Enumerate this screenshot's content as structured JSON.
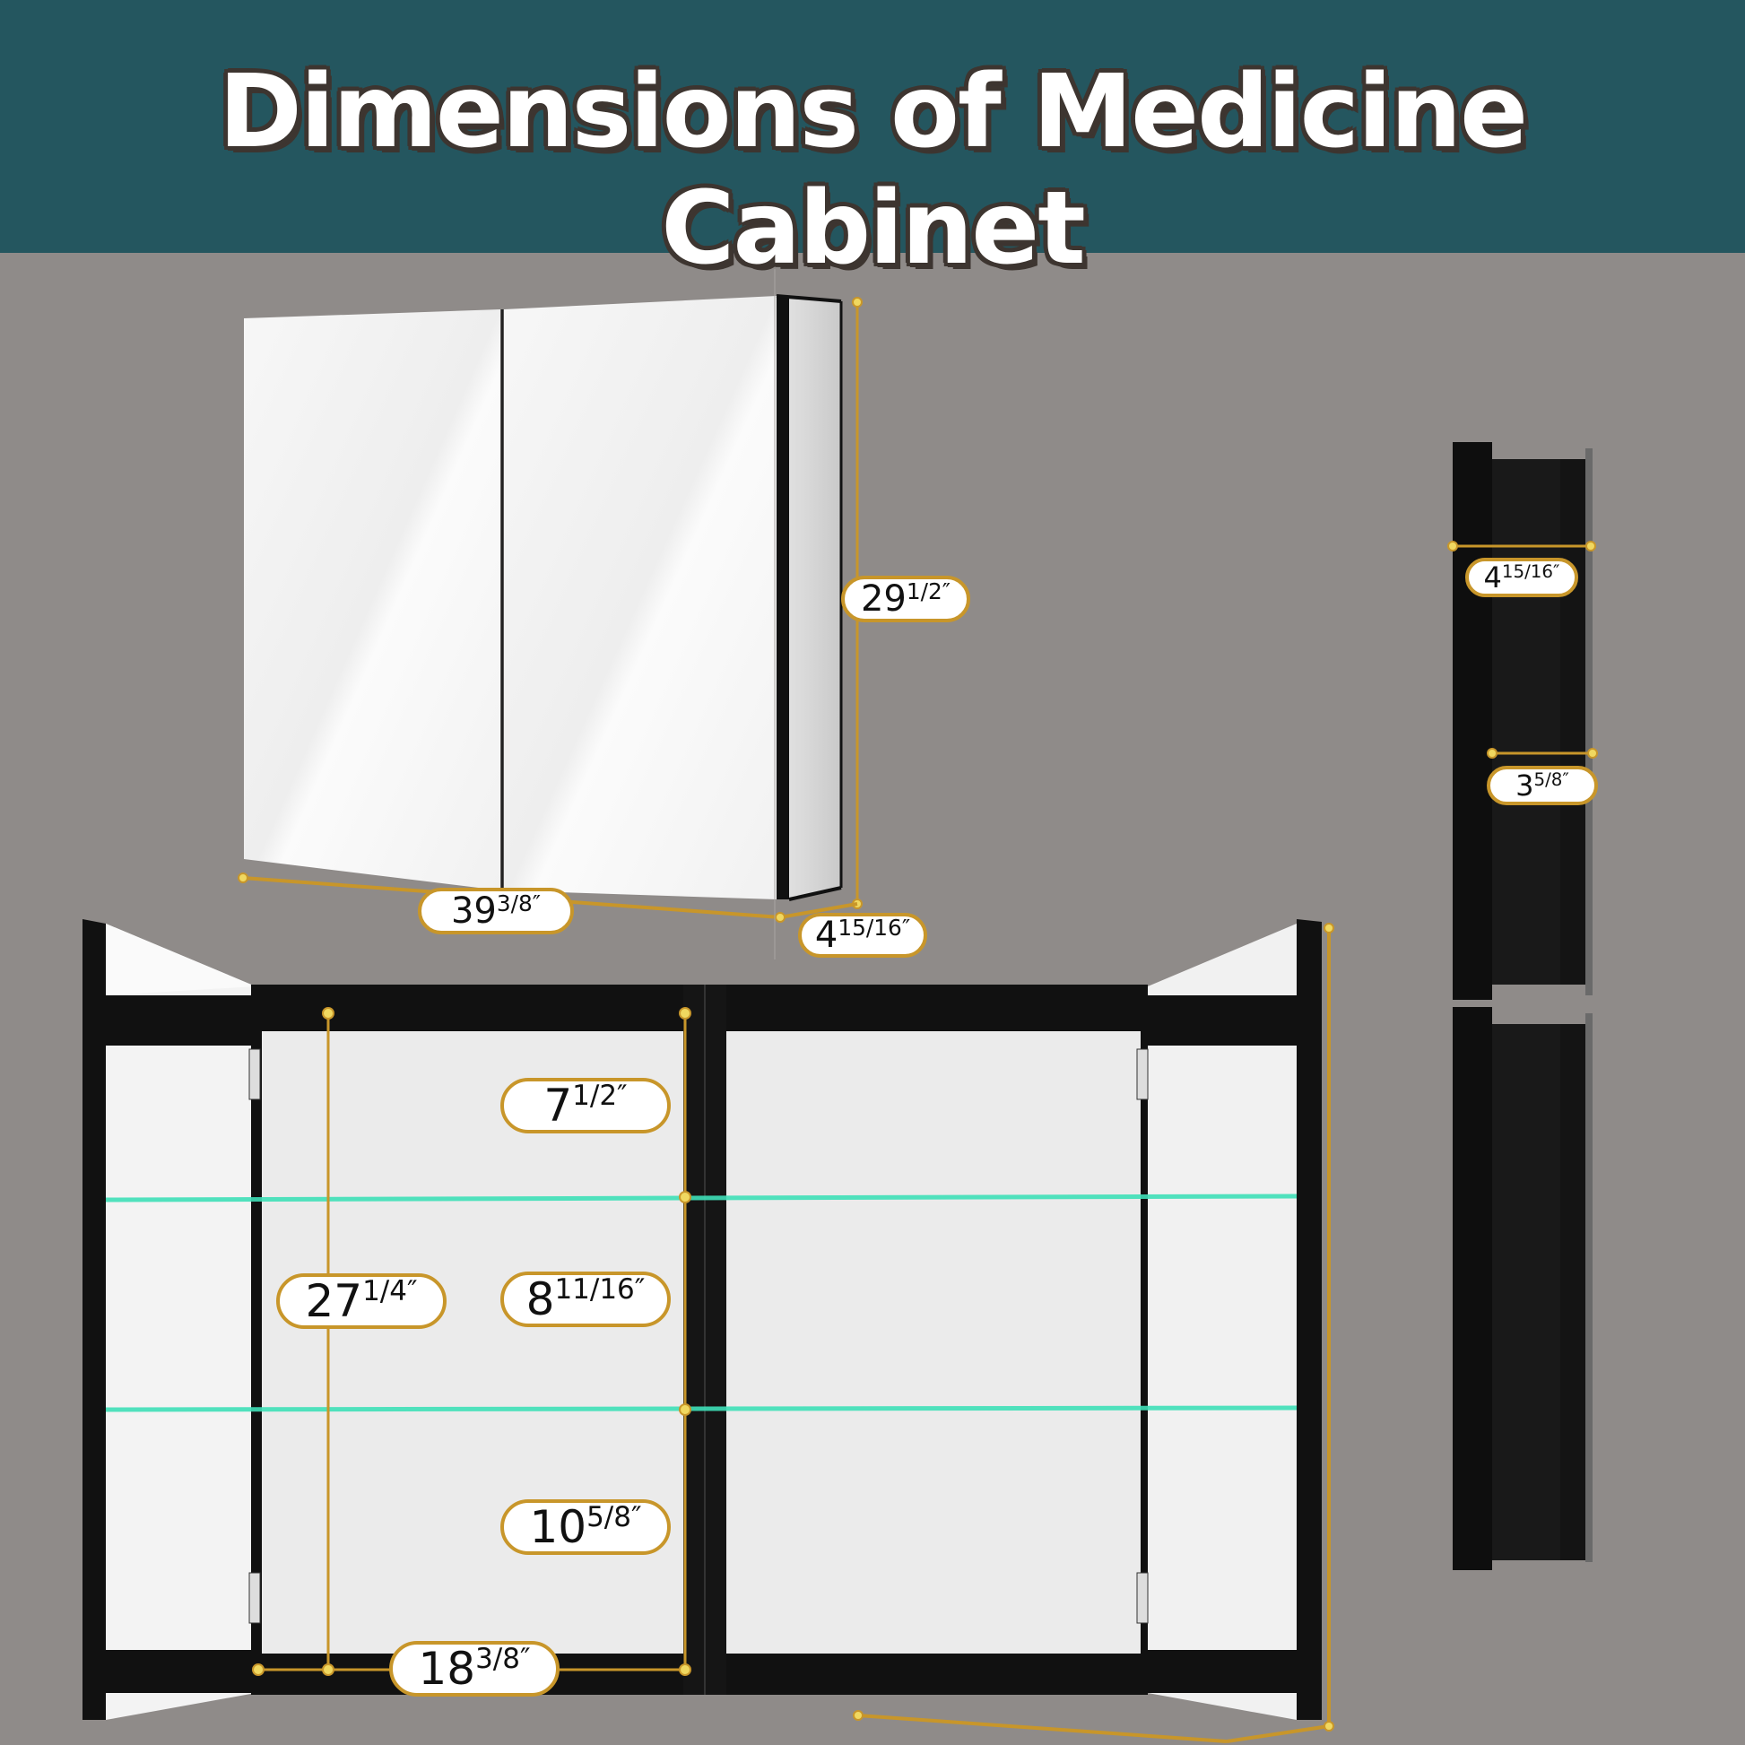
{
  "header": {
    "title": "Dimensions of Medicine Cabinet",
    "background": "#24565f"
  },
  "colors": {
    "background": "#8f8b89",
    "dimension_line": "#c8962a",
    "frame": "#111111",
    "mirror": "#f4f4f4",
    "glass_shelf": "#3fe0b8"
  },
  "views": {
    "closed_front": {
      "width": {
        "whole": "39",
        "frac": " 3/8″"
      },
      "height": {
        "whole": "29",
        "frac": "1/2″"
      },
      "depth": {
        "whole": "4",
        "frac": "15/16″"
      }
    },
    "open_interior": {
      "inner_height": {
        "whole": "27",
        "frac": "1/4″"
      },
      "top_shelf_gap": {
        "whole": "7",
        "frac": "1/2″"
      },
      "middle_shelf_gap": {
        "whole": "8",
        "frac": "11/16″"
      },
      "bottom_shelf_gap": {
        "whole": "10",
        "frac": "5/8″"
      },
      "inner_width": {
        "whole": "18",
        "frac": "3/8″"
      }
    },
    "side_profile": {
      "overall_depth": {
        "whole": "4",
        "frac": "15/16″"
      },
      "inner_depth": {
        "whole": "3",
        "frac": "5/8″"
      }
    }
  }
}
